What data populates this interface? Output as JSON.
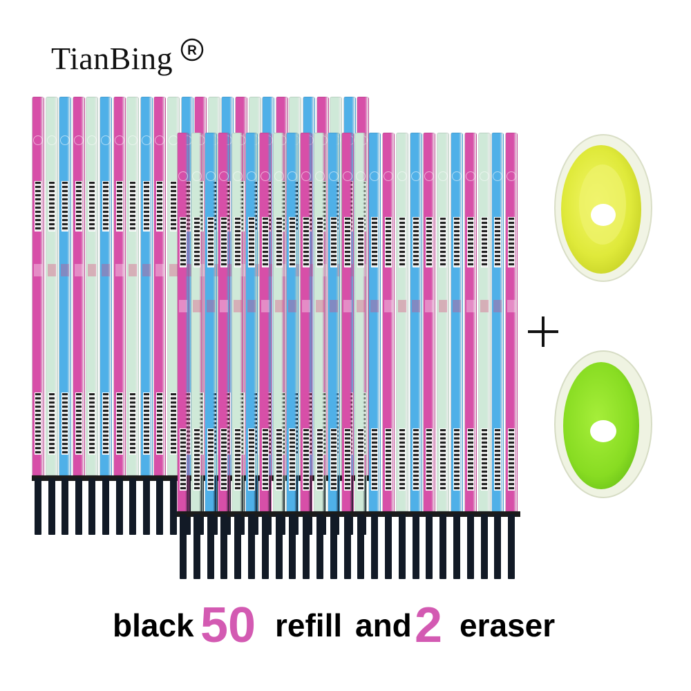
{
  "brand": {
    "name": "TianBing",
    "registered_mark": "®"
  },
  "product": {
    "refill_colors": {
      "pink": "#d74fa8",
      "mint": "#cfe9d8",
      "blue": "#4fb0e8"
    },
    "tip_color": "#141c28",
    "eraser_colors": {
      "top": "#e3ef3a",
      "bottom": "#8fe02a",
      "rim": "#eef3df"
    }
  },
  "caption": {
    "word_black": "black",
    "refill_count": "50",
    "word_refill": "refill",
    "word_and": "and",
    "eraser_count": "2",
    "word_eraser": "eraser"
  },
  "plus_symbol": "+"
}
